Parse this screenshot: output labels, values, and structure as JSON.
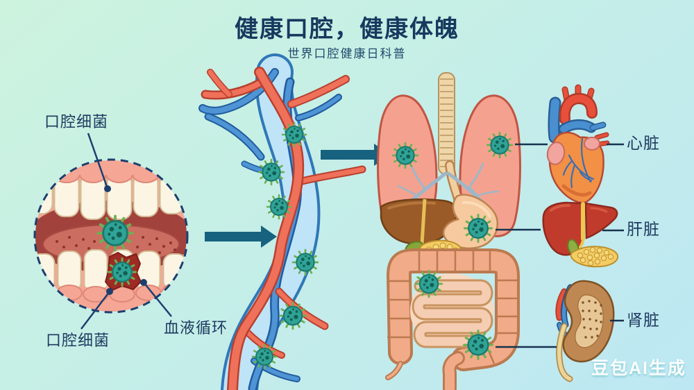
{
  "title": "健康口腔，健康体魄",
  "subtitle": "世界口腔健康日科普",
  "mouth_section": {
    "top_label": "口腔细菌",
    "bottom_label": "口腔细菌",
    "circulation_label": "血液循环"
  },
  "organ_section": {
    "heart_label": "心脏",
    "liver_label": "肝脏",
    "kidney_label": "肾脏"
  },
  "watermark": "豆包AI生成",
  "icons": [
    "germ-icon",
    "mouth-magnifier-circle",
    "blood-vessels-illustration",
    "lungs-illustration",
    "digestive-illustration",
    "heart-icon",
    "liver-icon",
    "kidney-icon",
    "arrow-right-icon"
  ],
  "colors": {
    "background_start": "#cdf3de",
    "background_end": "#bde7f3",
    "title_text": "#16395e",
    "label_text": "#1d3a5f",
    "leader_line": "#1d3f6e",
    "arrow": "#17627f",
    "germ_body": "#2fa396",
    "artery": "#f0715a",
    "vein": "#4f94d4",
    "watermark_text": "#ffffff"
  }
}
